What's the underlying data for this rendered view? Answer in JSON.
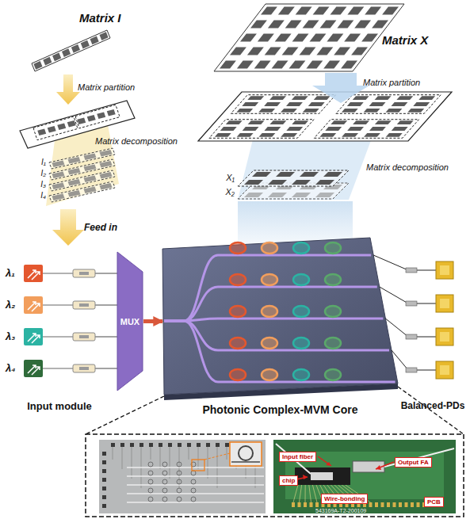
{
  "diagram": {
    "nodes": [
      {
        "text": [
          "MUX"
        ]
      },
      {
        "text": [
          "Photonic Complex-MVM Core"
        ]
      },
      {
        "text": [
          "Input fiber"
        ]
      },
      {
        "text": [
          "Output FA"
        ]
      },
      {
        "text": [
          "chip"
        ]
      },
      {
        "text": [
          "Wire-bonding"
        ]
      },
      {
        "text": [
          "PCB"
        ]
      }
    ],
    "edges": [
      {
        "from": 0,
        "to": 1,
        "arrow": "to"
      }
    ],
    "labels": [
      "Matrix I",
      "Matrix partition",
      "Matrix decomposition",
      "I₁",
      "I₂",
      "I₃",
      "I₄",
      "Feed in",
      "Matrix X",
      "Matrix partition",
      "Matrix decomposition",
      "X₁",
      "X₂",
      "λ₁",
      "λ₂",
      "λ₃",
      "λ₄",
      "Input module",
      "Balanced-PDs",
      "543169A-T2-200109"
    ]
  }
}
